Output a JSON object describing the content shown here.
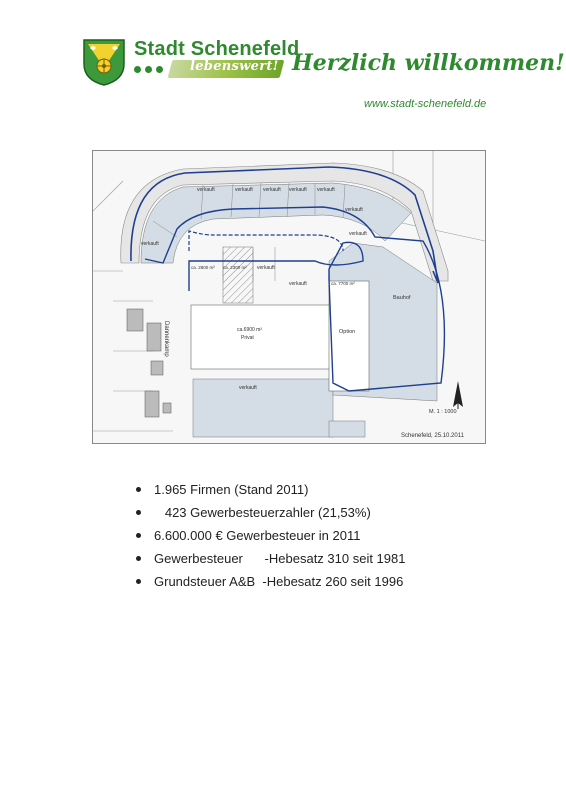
{
  "header": {
    "brand_title": "Stadt Schenefeld",
    "slogan": "lebenswert!",
    "welcome": "Herzlich willkommen!",
    "website": "www.stadt-schenefeld.de",
    "logo_icon": "coat-of-arms-icon",
    "brand_color": "#2f8a2f"
  },
  "map": {
    "street_label": "Dannenkamp",
    "plots": {
      "verkauft_1": "verkauft",
      "verkauft_2": "verkauft",
      "verkauft_3": "verkauft",
      "verkauft_4": "verkauft",
      "verkauft_5": "verkauft",
      "verkauft_6": "verkauft",
      "verkauft_7": "verkauft",
      "verkauft_8": "verkauft",
      "verkauft_9": "verkauft",
      "verkauft_10": "verkauft",
      "verkauft_11": "verkauft"
    },
    "area_1": "ca. 2800 m²",
    "area_2": "ca. 2300 m²",
    "area_3": "ca. 7700 m²",
    "area_4": "ca.6900 m²",
    "privat": "Privat",
    "option": "Option",
    "bauhof": "Bauhof",
    "scale": "M. 1 : 1000",
    "date": "Schenefeld, 25.10.2011",
    "colors": {
      "boundary": "#1f3f8f",
      "plot_fill": "#d4dde6",
      "road_fill": "#e6e6e6"
    }
  },
  "facts": [
    "1.965 Firmen (Stand 2011)",
    "   423 Gewerbesteuerzahler (21,53%)",
    "6.600.000 € Gewerbesteuer in 2011",
    "Gewerbesteuer      -Hebesatz 310 seit 1981",
    "Grundsteuer A&B  -Hebesatz 260 seit 1996"
  ]
}
